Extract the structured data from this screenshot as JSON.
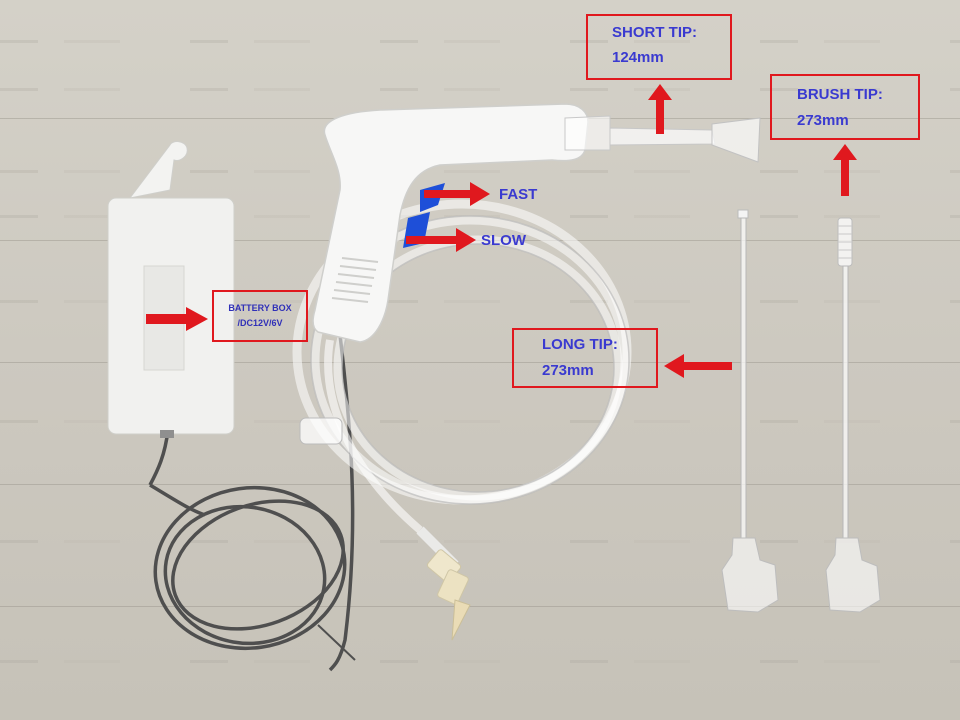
{
  "labels": {
    "short_tip_title": "SHORT TIP:",
    "short_tip_length": "124mm",
    "brush_tip_title": "BRUSH TIP:",
    "brush_tip_length": "273mm",
    "fast": "FAST",
    "slow": "SLOW",
    "battery_box_title": "BATTERY BOX",
    "battery_box_voltage": "/DC12V/6V",
    "long_tip_title": "LONG TIP:",
    "long_tip_length": "273mm"
  },
  "colors": {
    "label_text": "#3a3ad0",
    "box_border": "#e0181e",
    "arrow": "#e0181e",
    "trigger_blue": "#1e4fd8",
    "background": "#cfcbc2"
  },
  "icons": {
    "arrow": "red-block-arrow"
  }
}
